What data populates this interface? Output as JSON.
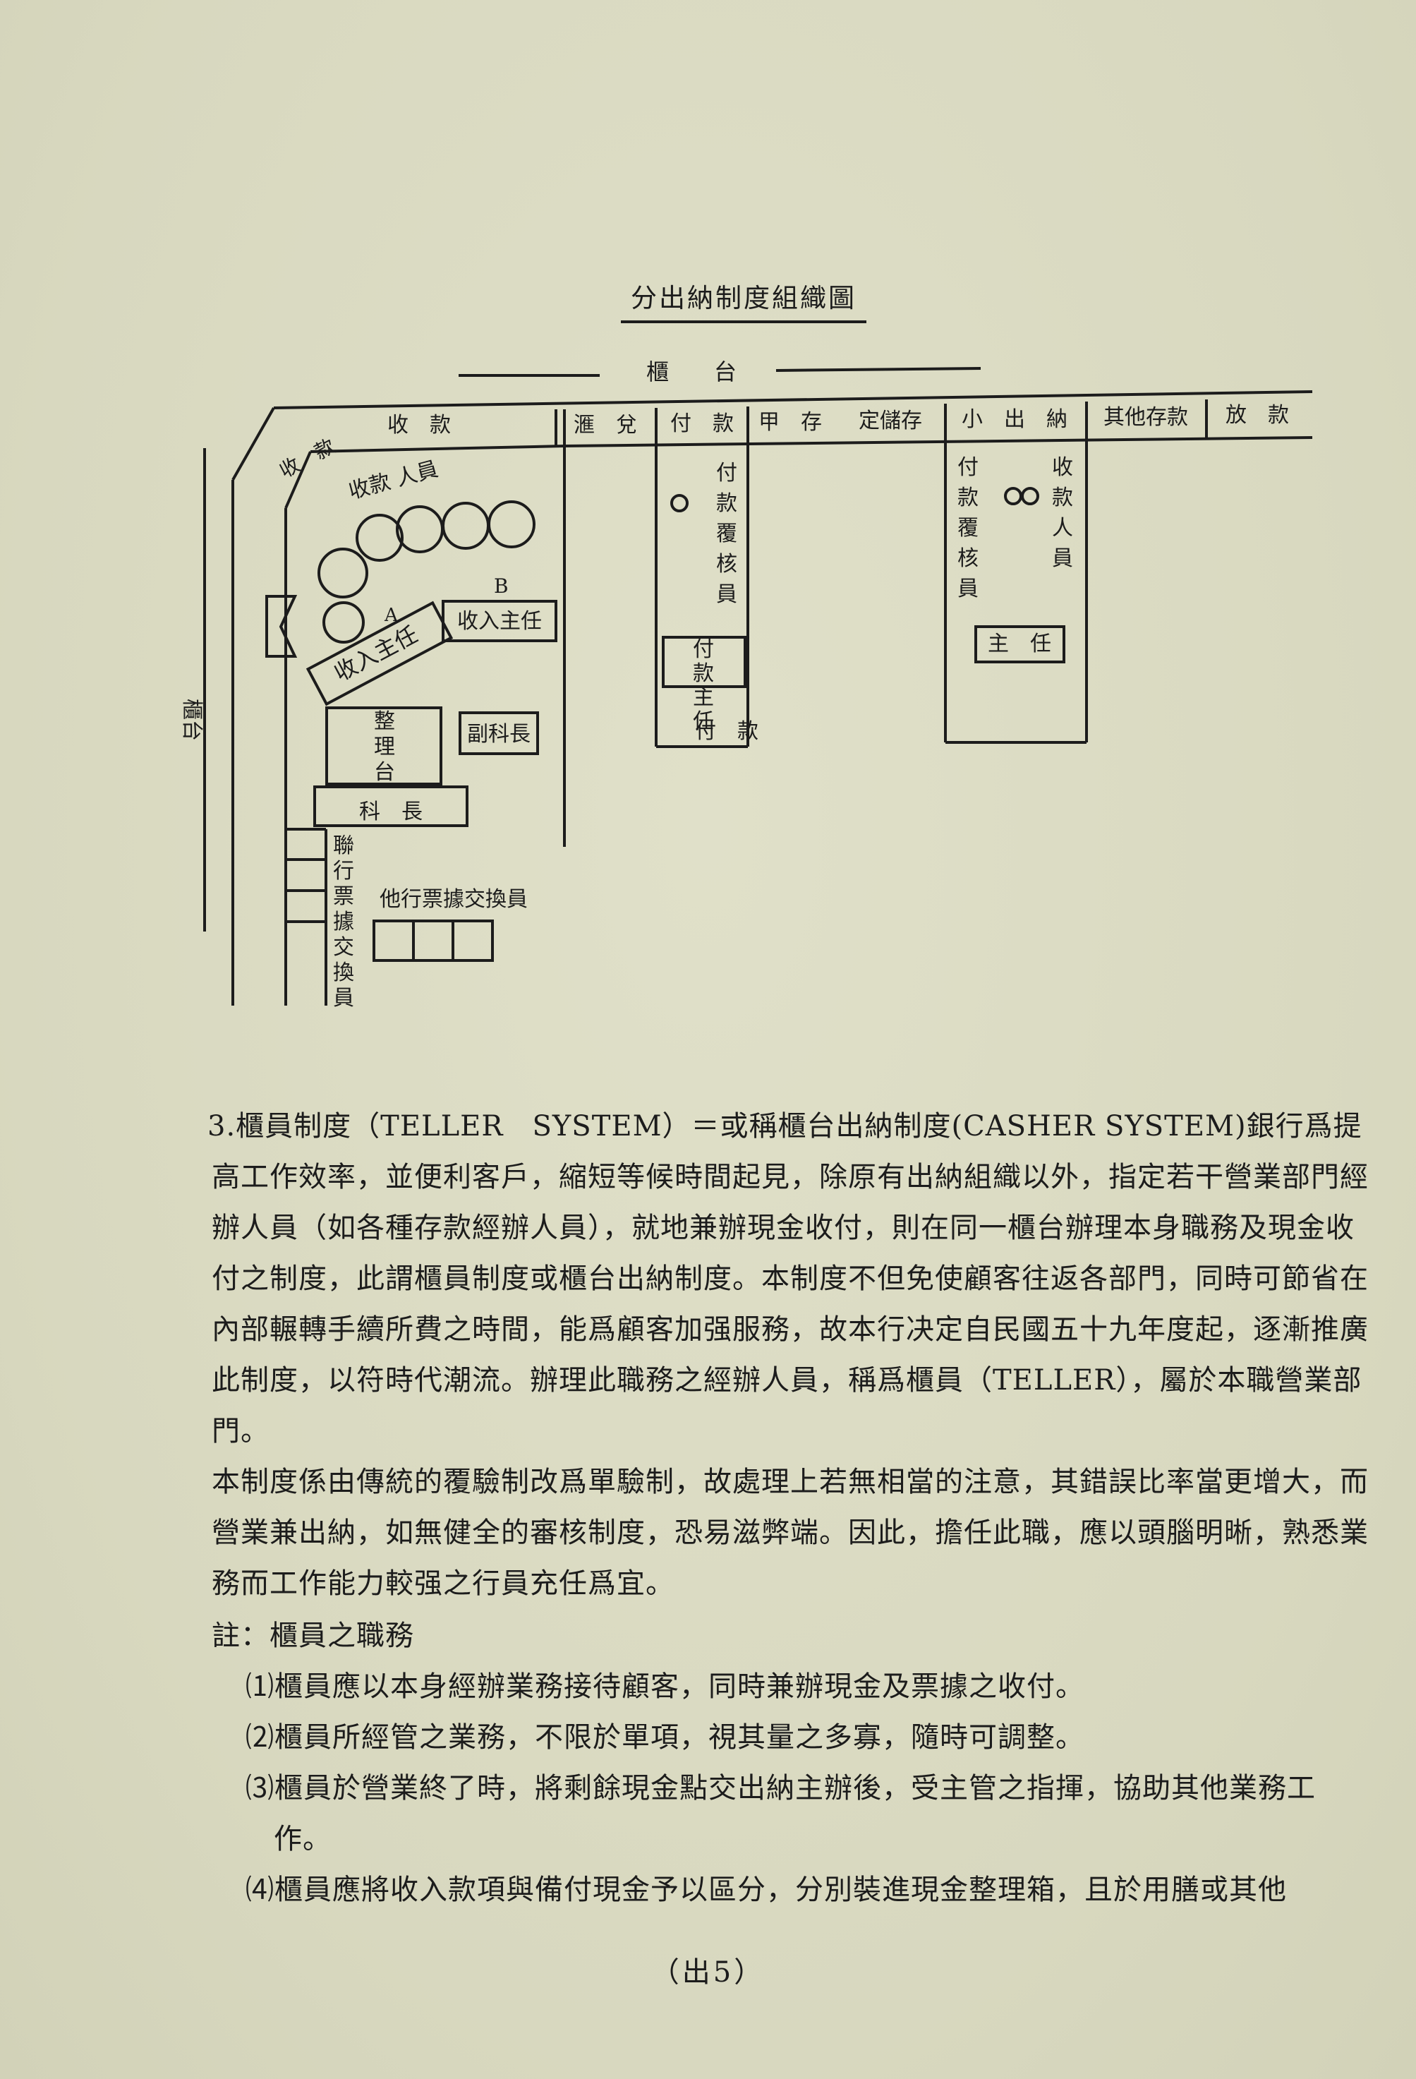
{
  "diagram": {
    "title": "分出納制度組織圖",
    "counter_label": "櫃　　台",
    "counter_label_side": "櫃台",
    "sections": [
      "收　款",
      "滙　兌",
      "付　款",
      "甲　存",
      "定儲存",
      "小　出　納",
      "其他存款",
      "放　款"
    ],
    "receiving_staff": "收款 人員",
    "label_a": "A",
    "label_b": "B",
    "receiving_chief": "收入主任",
    "receiving_chief_2": "收入主任",
    "sorting_table": "整理台",
    "deputy_head": "副科長",
    "section_head": "科　長",
    "clearing_clerk": "聯行票據交換員",
    "other_bank_clerk": "他行票據交換員",
    "payment_reviewer": "付款覆核員",
    "payment_label": "付　款",
    "payment_chief": "付款主任",
    "petty_reviewer": "付款覆核員",
    "petty_receiver": "收款人員",
    "petty_chief": "主　任"
  },
  "body": {
    "para1_num": "3.",
    "para1": "櫃員制度（TELLER　SYSTEM）＝或稱櫃台出納制度(CASHER SYSTEM)銀行爲提高工作效率，並便利客戶，縮短等候時間起見，除原有出納組織以外，指定若干營業部門經辦人員（如各種存款經辦人員），就地兼辦現金收付，則在同一櫃台辦理本身職務及現金收付之制度，此謂櫃員制度或櫃台出納制度。本制度不但免使顧客往返各部門，同時可節省在內部輾轉手續所費之時間，能爲顧客加强服務，故本行决定自民國五十九年度起，逐漸推廣此制度，以符時代潮流。辦理此職務之經辦人員，稱爲櫃員（TELLER），屬於本職營業部門。",
    "para2": "本制度係由傳統的覆驗制改爲單驗制，故處理上若無相當的注意，其錯誤比率當更增大，而營業兼出納，如無健全的審核制度，恐易滋弊端。因此，擔任此職，應以頭腦明晰，熟悉業務而工作能力較强之行員充任爲宜。",
    "note_head": "註：櫃員之職務",
    "notes": [
      "⑴櫃員應以本身經辦業務接待顧客，同時兼辦現金及票據之收付。",
      "⑵櫃員所經管之業務，不限於單項，視其量之多寡，隨時可調整。",
      "⑶櫃員於營業終了時，將剩餘現金點交出納主辦後，受主管之指揮，協助其他業務工作。",
      "⑷櫃員應將收入款項與備付現金予以區分，分別裝進現金整理箱，且於用膳或其他"
    ]
  },
  "footer": {
    "page_label": "（出5）"
  }
}
